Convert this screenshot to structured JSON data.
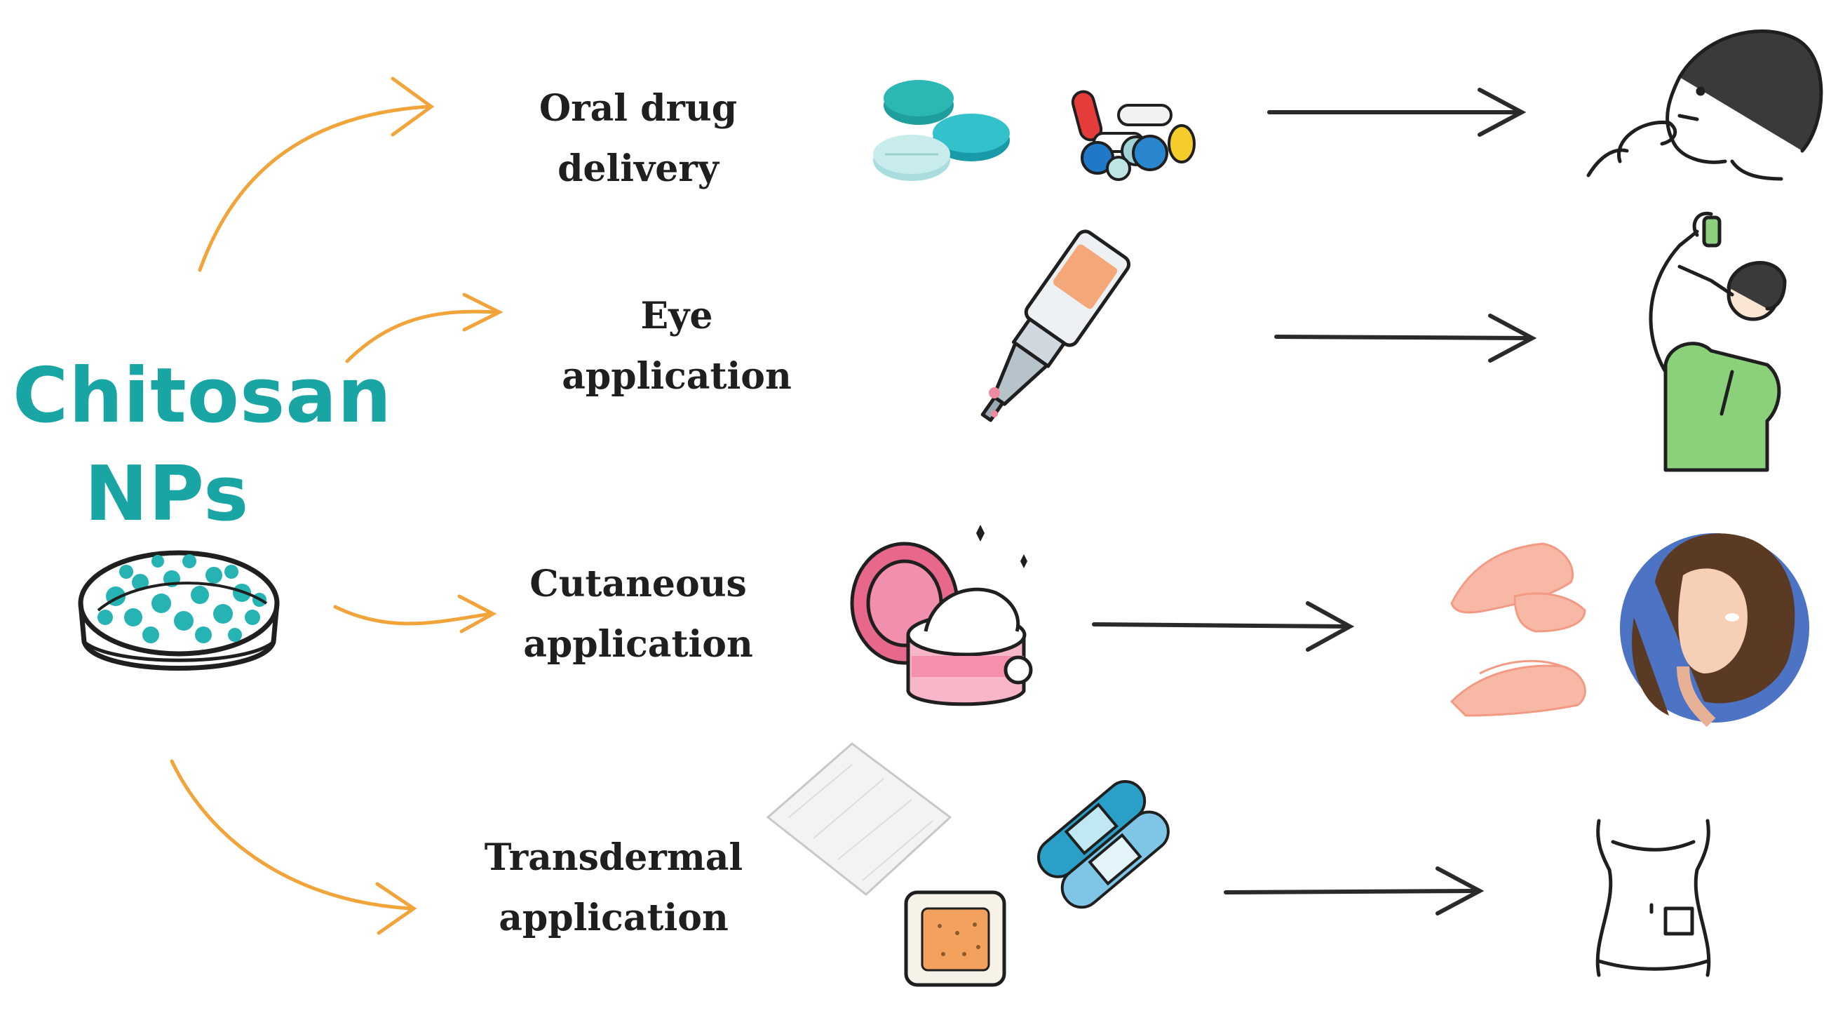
{
  "title": {
    "line1": "Chitosan",
    "line2": "NPs"
  },
  "routes": [
    {
      "line1": "Oral drug",
      "line2": "delivery",
      "icons": [
        "tablets-icon",
        "capsules-icon",
        "person-taking-pill-icon"
      ]
    },
    {
      "line1": "Eye",
      "line2": "application",
      "icons": [
        "eye-drop-bottle-icon",
        "person-applying-eye-drops-icon"
      ]
    },
    {
      "line1": "Cutaneous",
      "line2": "application",
      "icons": [
        "cream-jar-icon",
        "hands-applying-cream-icon",
        "woman-applying-cream-icon"
      ]
    },
    {
      "line1": "Transdermal",
      "line2": "application",
      "icons": [
        "gauze-icon",
        "adhesive-bandage-icon",
        "skin-patch-icon",
        "torso-with-patch-icon"
      ]
    }
  ],
  "colors": {
    "title": "#1aa5a5",
    "branch_arrow": "#f0a43a",
    "flow_arrow": "#2a2a2a",
    "text": "#1f1f1f"
  }
}
